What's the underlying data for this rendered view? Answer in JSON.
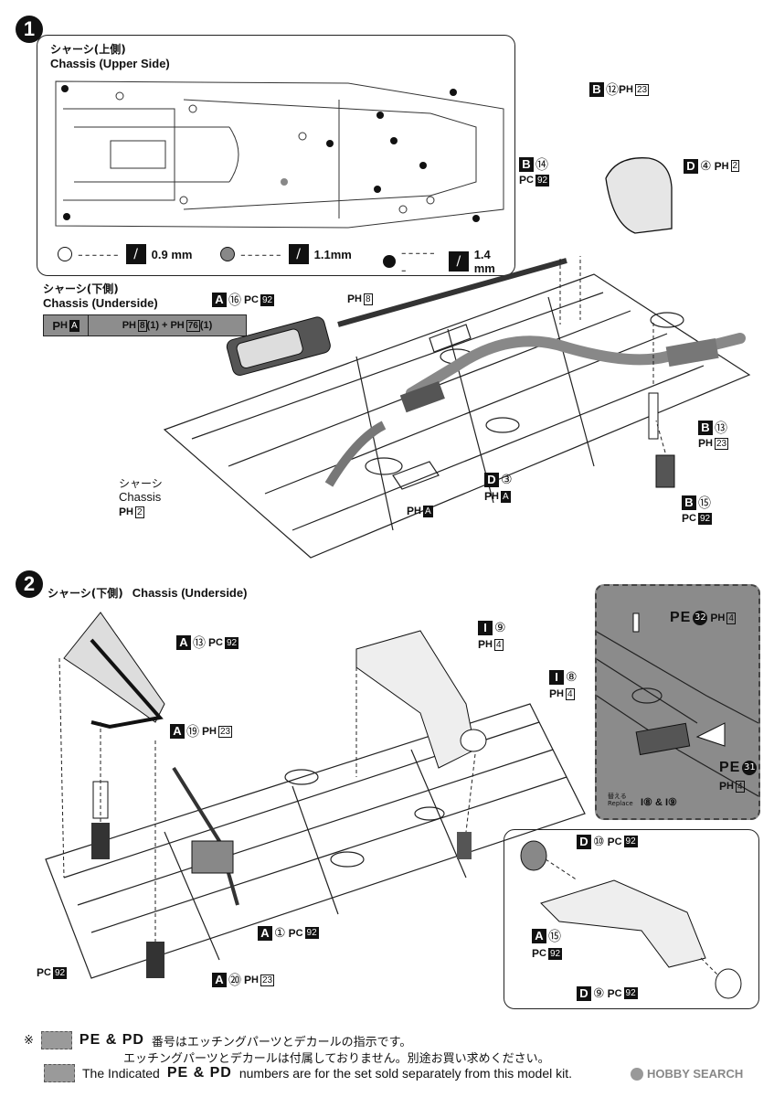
{
  "step1": {
    "number": "1",
    "inset": {
      "title_jp": "シャーシ(上側)",
      "title_en": "Chassis (Upper Side)",
      "legend": [
        "0.9 mm",
        "1.1mm",
        "1.4 mm"
      ]
    },
    "underside_jp": "シャーシ(下側)",
    "underside_en": "Chassis (Underside)",
    "table": {
      "left": "A",
      "right": "8",
      "right_sub1": "(1)",
      "right_plus": "+",
      "right_num2": "76",
      "right_sub2": "(1)"
    },
    "chassis_jp": "シャーシ",
    "chassis_en": "Chassis",
    "chassis_ph": "2",
    "callouts": {
      "b12": {
        "letter": "B",
        "num": "⑫",
        "sub": "H",
        "sq": "23"
      },
      "b14": {
        "letter": "B",
        "num": "⑭",
        "sub": "C",
        "sq": "92"
      },
      "d4": {
        "letter": "D",
        "num": "④",
        "sub": "H",
        "sq": "2"
      },
      "a16": {
        "letter": "A",
        "num": "⑯",
        "sub": "C",
        "sq": "92"
      },
      "ph8": {
        "sub": "H",
        "sq": "8"
      },
      "b13": {
        "letter": "B",
        "num": "⑬",
        "sub": "H",
        "sq": "23"
      },
      "b15": {
        "letter": "B",
        "num": "⑮",
        "sub": "C",
        "sq": "92"
      },
      "d3": {
        "letter": "D",
        "num": "③",
        "sub": "H",
        "sq": "A"
      },
      "pha": {
        "sub": "H",
        "sq": "A"
      }
    }
  },
  "step2": {
    "number": "2",
    "title_jp": "シャーシ(下側)",
    "title_en": "Chassis (Underside)",
    "callouts": {
      "a13": {
        "letter": "A",
        "num": "⑬",
        "sub": "C",
        "sq": "92"
      },
      "a19": {
        "letter": "A",
        "num": "⑲",
        "sub": "H",
        "sq": "23"
      },
      "i9": {
        "letter": "I",
        "num": "⑨",
        "sub": "H",
        "sq": "4"
      },
      "i8": {
        "letter": "I",
        "num": "⑧",
        "sub": "H",
        "sq": "4"
      },
      "a1": {
        "letter": "A",
        "num": "①",
        "sub": "C",
        "sq": "92"
      },
      "a20": {
        "letter": "A",
        "num": "⑳",
        "sub": "H",
        "sq": "23"
      },
      "pc92": {
        "sub": "C",
        "sq": "92"
      }
    },
    "option_box": {
      "pe32": {
        "pe": "PE",
        "num": "32",
        "sub": "H",
        "sq": "4"
      },
      "pe31": {
        "pe": "PE",
        "num": "31",
        "sub": "H",
        "sq": "4"
      },
      "replace_jp": "替える",
      "replace_en": "Replace",
      "replace_parts": "I⑧ & I⑨"
    },
    "detail_box": {
      "d10": {
        "letter": "D",
        "num": "⑩",
        "sub": "C",
        "sq": "92"
      },
      "a15": {
        "letter": "A",
        "num": "⑮",
        "sub": "C",
        "sq": "92"
      },
      "d9": {
        "letter": "D",
        "num": "⑨",
        "sub": "C",
        "sq": "92"
      }
    }
  },
  "footer": {
    "mark": "※",
    "pe_pd": "PE & PD",
    "line1_jp": "番号はエッチングパーツとデカールの指示です。",
    "line2_jp": "エッチングパーツとデカールは付属しておりません。別途お買い求めください。",
    "line3_prefix": "The Indicated",
    "line3_suffix": "numbers are for the set sold separately from this model kit.",
    "watermark": "HOBBY SEARCH"
  }
}
